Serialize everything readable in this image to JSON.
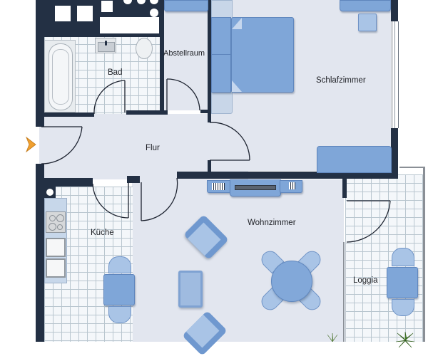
{
  "floorplan": {
    "rooms": [
      {
        "id": "bad",
        "label": "Bad"
      },
      {
        "id": "abstellraum",
        "label": "Abstellraum"
      },
      {
        "id": "schlafzimmer",
        "label": "Schlafzimmer"
      },
      {
        "id": "flur",
        "label": "Flur"
      },
      {
        "id": "kueche",
        "label": "Küche"
      },
      {
        "id": "wohnzimmer",
        "label": "Wohnzimmer"
      },
      {
        "id": "loggia",
        "label": "Loggia"
      }
    ],
    "entrance_marker": {
      "icon": "entrance-arrow-icon",
      "color": "#f0a030"
    },
    "colors": {
      "wall": "#233044",
      "floor": "#e2e6ef",
      "tile": "#f4f7fa",
      "furniture": "#7fa6d8",
      "furniture_light": "#a9c4e6",
      "accent": "#f0a030"
    }
  }
}
